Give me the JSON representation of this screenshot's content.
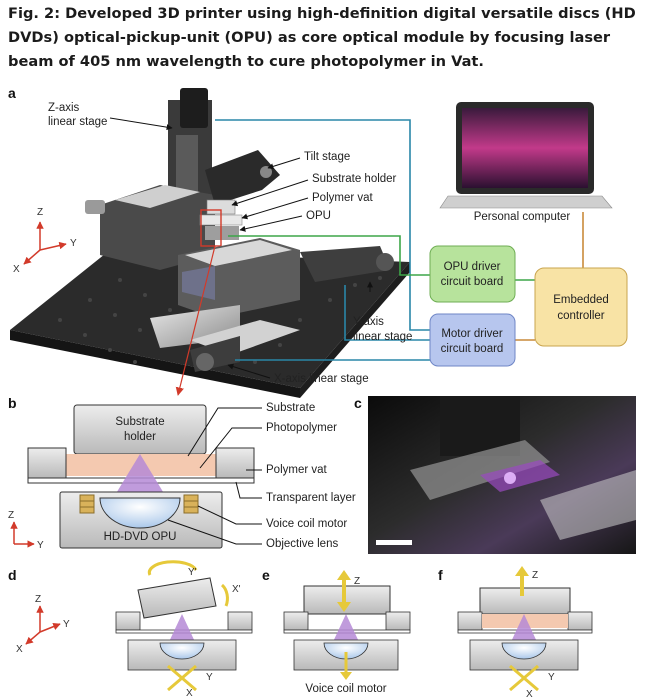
{
  "caption": "Fig. 2: Developed 3D printer using high-definition digital versatile discs (HD DVDs) optical-pickup-unit (OPU) as core optical module by focusing laser beam of 405 nm wavelength to cure photopolymer in Vat.",
  "panels": {
    "a": {
      "label": "a",
      "z_axis_stage_line1": "Z-axis",
      "z_axis_stage_line2": "linear stage",
      "tilt_stage": "Tilt stage",
      "substrate_holder": "Substrate holder",
      "polymer_vat": "Polymer vat",
      "opu": "OPU",
      "personal_computer": "Personal computer",
      "opu_driver_line1": "OPU driver",
      "opu_driver_line2": "circuit board",
      "embedded_line1": "Embedded",
      "embedded_line2": "controller",
      "motor_driver_line1": "Motor driver",
      "motor_driver_line2": "circuit board",
      "y_axis_stage_line1": "Y-axis",
      "y_axis_stage_line2": "linear stage",
      "x_axis_stage": "X-axis linear stage",
      "axis_z": "Z",
      "axis_y": "Y",
      "axis_x": "X"
    },
    "b": {
      "label": "b",
      "holder_line1": "Substrate",
      "holder_line2": "holder",
      "substrate": "Substrate",
      "photopolymer": "Photopolymer",
      "polymer_vat": "Polymer vat",
      "transparent_layer": "Transparent layer",
      "voice_coil_motor": "Voice coil motor",
      "objective_lens": "Objective lens",
      "opu_name": "HD-DVD OPU",
      "axis_z": "Z",
      "axis_y": "Y"
    },
    "c": {
      "label": "c"
    },
    "d": {
      "label": "d",
      "axis_z": "Z",
      "axis_y": "Y",
      "axis_x": "X",
      "rot_y": "Y'",
      "rot_x": "X'",
      "arrow_x": "X",
      "arrow_y": "Y"
    },
    "e": {
      "label": "e",
      "arrow_z": "Z",
      "voice_coil_motor": "Voice coil motor"
    },
    "f": {
      "label": "f",
      "arrow_z": "Z",
      "arrow_x": "X",
      "arrow_y": "Y"
    }
  },
  "colors": {
    "blue_line": "#2a87a8",
    "green_line": "#3da648",
    "orange_line": "#c98a3a",
    "opu_box": "#b7e39c",
    "motor_box": "#b7c6ee",
    "controller_box": "#f8e3a5",
    "photopolymer": "#f4c9b0",
    "laser": "#b58ad6",
    "arrow_yellow": "#f2de3a",
    "red_axis": "#d23a2a"
  }
}
